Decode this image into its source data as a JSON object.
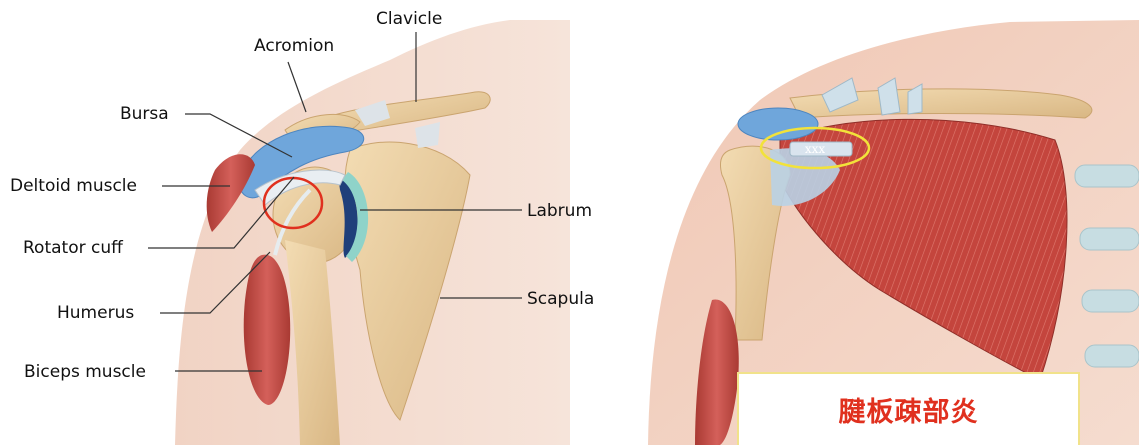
{
  "left_panel": {
    "labels": {
      "clavicle": "Clavicle",
      "acromion": "Acromion",
      "bursa": "Bursa",
      "deltoid": "Deltoid muscle",
      "rotator_cuff": "Rotator cuff",
      "humerus": "Humerus",
      "biceps": "Biceps muscle",
      "labrum": "Labrum",
      "scapula": "Scapula"
    }
  },
  "right_panel": {
    "marker_text": "xxx",
    "caption": "腱板疎部炎"
  },
  "colors": {
    "highlight_red": "#e0301e",
    "highlight_yellow": "#f2e23a",
    "muscle": "#c44a42",
    "bone": "#e8cfa0",
    "bursa_blue": "#6fa6db",
    "skin": "#f3d2c0"
  }
}
